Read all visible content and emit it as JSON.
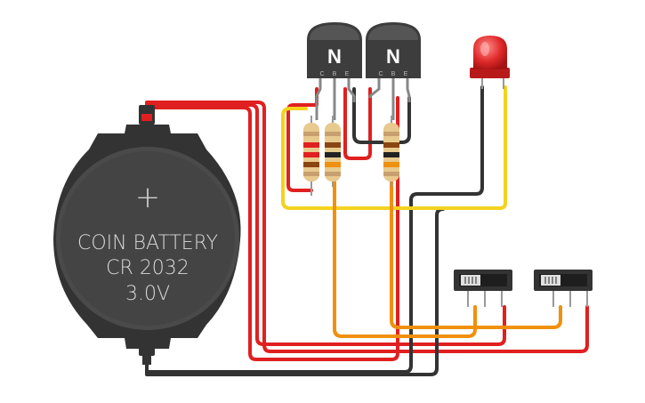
{
  "battery": {
    "line1": "COIN BATTERY",
    "line2": "CR 2032",
    "line3": "3.0V",
    "plus": "+"
  },
  "transistors": [
    {
      "type_label": "N",
      "pins": [
        "C",
        "B",
        "E"
      ]
    },
    {
      "type_label": "N",
      "pins": [
        "C",
        "B",
        "E"
      ]
    }
  ],
  "colors": {
    "red_wire": "#e02020",
    "black_wire": "#333333",
    "yellow_wire": "#f5d21e",
    "orange_wire": "#f0900f",
    "battery_body": "#3a3a3a",
    "transistor_body": "#3d3d3d",
    "led": "#e03030"
  }
}
